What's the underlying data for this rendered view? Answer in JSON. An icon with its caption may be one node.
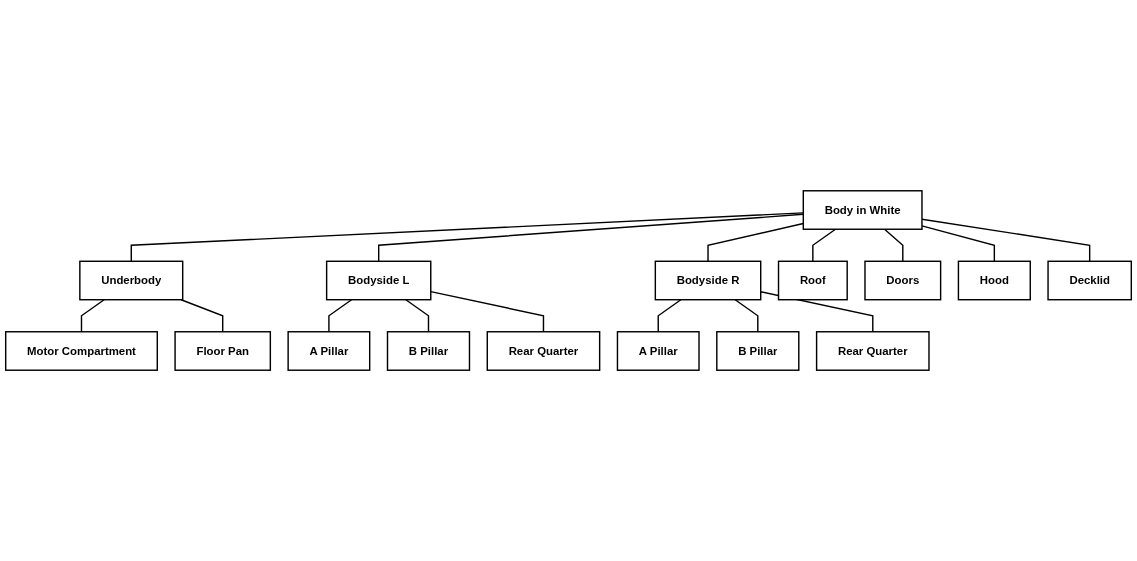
{
  "diagram": {
    "nodes": [
      {
        "text": [
          "Body in White"
        ]
      },
      {
        "text": [
          "Underbody"
        ]
      },
      {
        "text": [
          "Bodyside L"
        ]
      },
      {
        "text": [
          "Bodyside R"
        ]
      },
      {
        "text": [
          "Roof"
        ]
      },
      {
        "text": [
          "Motor Compartment"
        ]
      },
      {
        "text": [
          "Floor Pan"
        ]
      },
      {
        "text": [
          "A Pillar"
        ]
      },
      {
        "text": [
          "A Pillar"
        ]
      },
      {
        "text": [
          "Doors"
        ]
      },
      {
        "text": [
          "Hood"
        ]
      },
      {
        "text": [
          "B Pillar"
        ]
      },
      {
        "text": [
          "B Pillar"
        ]
      },
      {
        "text": [
          "Decklid"
        ]
      },
      {
        "text": [
          "Rear Quarter"
        ]
      },
      {
        "text": [
          "Rear Quarter"
        ]
      }
    ],
    "edges": [
      {
        "from": 0,
        "to": 1,
        "arrow": "none"
      },
      {
        "from": 0,
        "to": 2,
        "arrow": "none"
      },
      {
        "from": 0,
        "to": 3,
        "arrow": "none"
      },
      {
        "from": 0,
        "to": 4,
        "arrow": "none"
      },
      {
        "from": 0,
        "to": 9,
        "arrow": "none"
      },
      {
        "from": 0,
        "to": 10,
        "arrow": "none"
      },
      {
        "from": 0,
        "to": 13,
        "arrow": "none"
      },
      {
        "from": 1,
        "to": 5,
        "arrow": "none"
      },
      {
        "from": 1,
        "to": 6,
        "arrow": "none"
      },
      {
        "from": 2,
        "to": 7,
        "arrow": "none"
      },
      {
        "from": 2,
        "to": 11,
        "arrow": "none"
      },
      {
        "from": 2,
        "to": 14,
        "arrow": "none"
      },
      {
        "from": 3,
        "to": 8,
        "arrow": "none"
      },
      {
        "from": 3,
        "to": 12,
        "arrow": "none"
      },
      {
        "from": 3,
        "to": 15,
        "arrow": "none"
      }
    ]
  }
}
